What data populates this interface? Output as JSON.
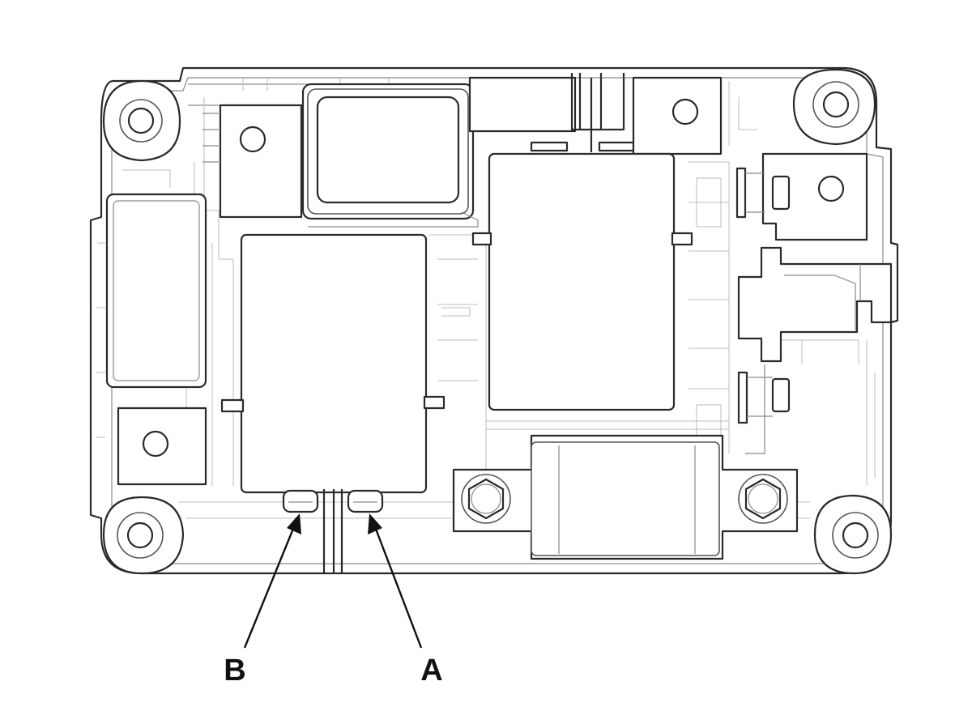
{
  "callouts": [
    {
      "id": "B",
      "label": "B"
    },
    {
      "id": "A",
      "label": "A"
    }
  ],
  "colors": {
    "line": "#2a2a2a",
    "thin_line": "#8a8a8a",
    "background": "#ffffff",
    "label": "#111111"
  }
}
